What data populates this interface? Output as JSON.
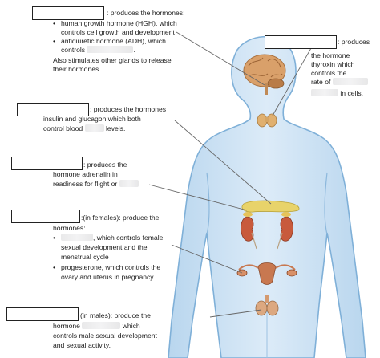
{
  "pituitary": {
    "label_suffix": ": produces the hormones:",
    "bullet1_line1": "human growth hormone (HGH), which",
    "bullet1_line2": "controls cell growth and development",
    "bullet2_line1": "antidiuretic hormone (ADH), which",
    "bullet2_line2": "controls",
    "line3": "Also stimulates other glands to release",
    "line4": "their hormones."
  },
  "thyroid": {
    "line1": ": produces",
    "line2": "the hormone",
    "line3": "thyroxin which",
    "line4": "controls the",
    "line5": "rate of",
    "line6": "in cells."
  },
  "pancreas": {
    "line1": ": produces the hormones",
    "line2": "insulin and glucagon which both",
    "line3a": "control blood",
    "line3b": "levels."
  },
  "adrenal": {
    "line1": ": produces the",
    "line2": "hormone adrenalin in",
    "line3": "readiness for flight or"
  },
  "ovaries": {
    "line1": ":(in females): produce the",
    "line2": "hormones:",
    "bullet1_line1": ", which controls female",
    "bullet1_line2": "sexual development and the",
    "bullet1_line3": "menstrual cycle",
    "bullet2_line1": "progesterone, which controls the",
    "bullet2_line2": "ovary and uterus in pregnancy."
  },
  "testes": {
    "line1": "(in males): produce the",
    "line2a": "hormone",
    "line2b": "which",
    "line3": "controls male sexual development",
    "line4": "and sexual activity."
  },
  "bullet_symbol": "•",
  "colors": {
    "body_fill": "#cfe3f4",
    "body_outline": "#7fb0d8",
    "brain": "#d9a06a",
    "thyroid": "#e0b070",
    "pancreas": "#e8d36a",
    "kidney": "#c85a3c",
    "reproductive": "#c87850",
    "pointer": "#666666"
  }
}
